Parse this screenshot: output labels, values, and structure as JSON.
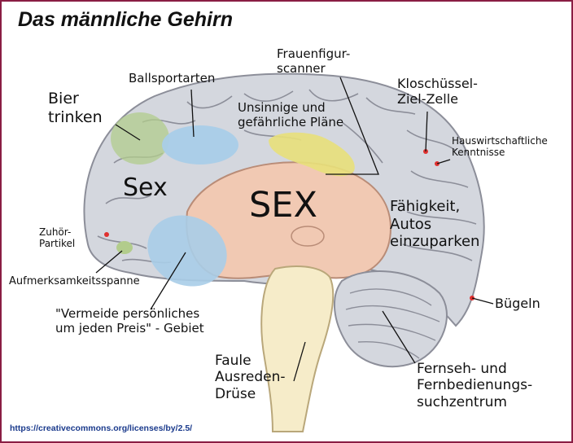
{
  "title": "Das männliche Gehirn",
  "license": "https://creativecommons.org/licenses/by/2.5/",
  "labels": {
    "bier": "Bier\ntrinken",
    "ballsport": "Ballsportarten",
    "frauenfigur": "Frauenfigur-\nscanner",
    "kloschuessel": "Kloschüssel-\nZiel-Zelle",
    "unsinnige": "Unsinnige und\ngefährliche Pläne",
    "hauswirtschaft": "Hauswirtschaftliche\nKenntnisse",
    "sex_small": "Sex",
    "sex_big": "SEX",
    "faehigkeit": "Fähigkeit,\nAutos\neinzuparken",
    "zuhoer": "Zuhör-\nPartikel",
    "aufmerksamkeit": "Aufmerksamkeitsspanne",
    "vermeide": "\"Vermeide persönliches\num jeden Preis\" - Gebiet",
    "buegeln": "Bügeln",
    "faule": "Faule\nAusreden-\nDrüse",
    "fernseh": "Fernseh- und\nFernbedienungs-\nsuchzentrum"
  },
  "colors": {
    "cortex": "#d4d7de",
    "cortex_line": "#8c8e99",
    "inner": "#f1c9b3",
    "inner_line": "#b98c77",
    "stem": "#f6ecc9",
    "green": "#b2cc8c",
    "blue": "#a9cde8",
    "yellow": "#e8e07a",
    "dot": "#e0302f",
    "frame": "#8a1d43"
  }
}
